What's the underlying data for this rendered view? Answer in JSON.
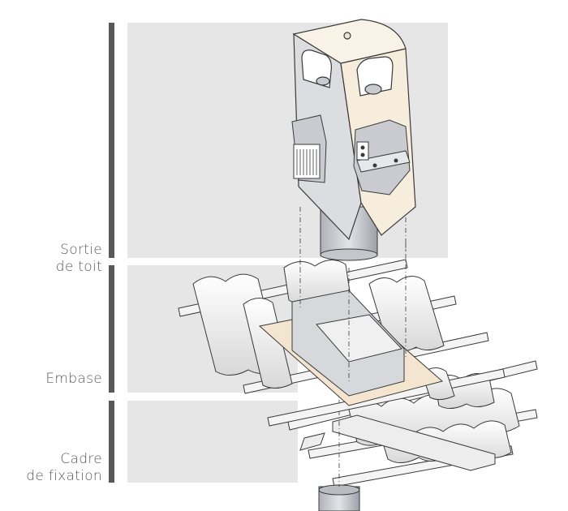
{
  "sections": [
    {
      "lines": [
        "Sortie",
        "de toit"
      ]
    },
    {
      "lines": [
        "Embase"
      ]
    },
    {
      "lines": [
        "Cadre",
        "de fixation"
      ]
    }
  ],
  "colors": {
    "bar": "#58585a",
    "band": "#e6e6e6",
    "cap_face": "#f7eddc",
    "cap_side": "#dcdde0",
    "metal": "#c9cbd0",
    "base_plate": "#f3e5cf",
    "tile": "#f2f2f2",
    "outline": "#3a3a3a"
  }
}
